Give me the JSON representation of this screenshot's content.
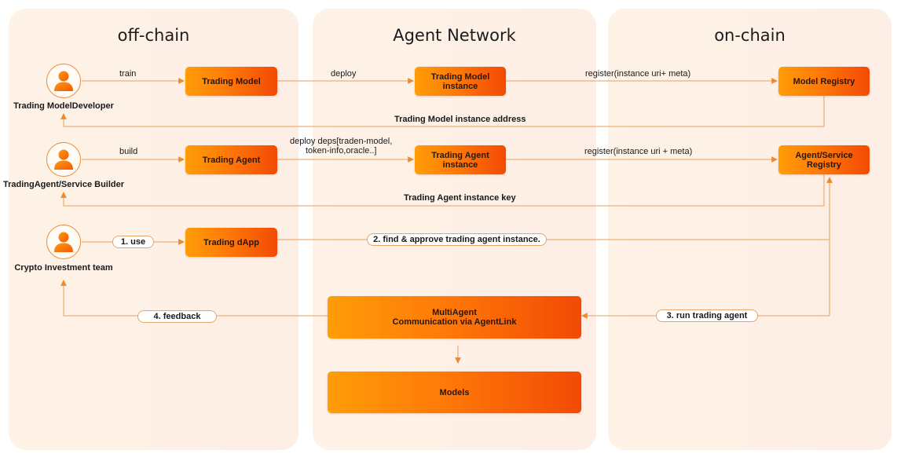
{
  "panels": {
    "off_chain": "off-chain",
    "agent_network": "Agent Network",
    "on_chain": "on-chain"
  },
  "actors": [
    {
      "id": "model-developer",
      "label": "Trading ModelDeveloper",
      "icon": "user-icon"
    },
    {
      "id": "agent-builder",
      "label": "TradingAgent/Service Builder",
      "icon": "user-icon"
    },
    {
      "id": "investment-team",
      "label": "Crypto Investment team",
      "icon": "user-icon"
    }
  ],
  "boxes": {
    "trading_model": "Trading Model",
    "trading_agent": "Trading Agent",
    "trading_dapp": "Trading dApp",
    "trading_model_instance_l1": "Trading Model",
    "trading_model_instance_l2": "instance",
    "trading_agent_instance_l1": "Trading Agent",
    "trading_agent_instance_l2": "instance",
    "model_registry": "Model Registry",
    "agent_registry_l1": "Agent/Service",
    "agent_registry_l2": "Registry",
    "multiagent_l1": "MultiAgent",
    "multiagent_l2": "Communication via AgentLink",
    "models": "Models"
  },
  "edges": {
    "train": "train",
    "build": "build",
    "deploy": "deploy",
    "deploy_deps_l1": "deploy deps[traden-model,",
    "deploy_deps_l2": "token-info,oracle..]",
    "register_model": "register(instance uri+ meta)",
    "register_agent": "register(instance uri + meta)",
    "model_instance_address": "Trading Model instance address",
    "agent_instance_key": "Trading Agent instance key",
    "step1": "1. use",
    "step2": "2. find & approve trading agent instance.",
    "step3": "3. run trading agent",
    "step4": "4. feedback"
  },
  "colors": {
    "accent_start": "#ff9d08",
    "accent_end": "#f24a04",
    "wire": "#eeb07a",
    "panel_bg": "#fef3e6"
  }
}
